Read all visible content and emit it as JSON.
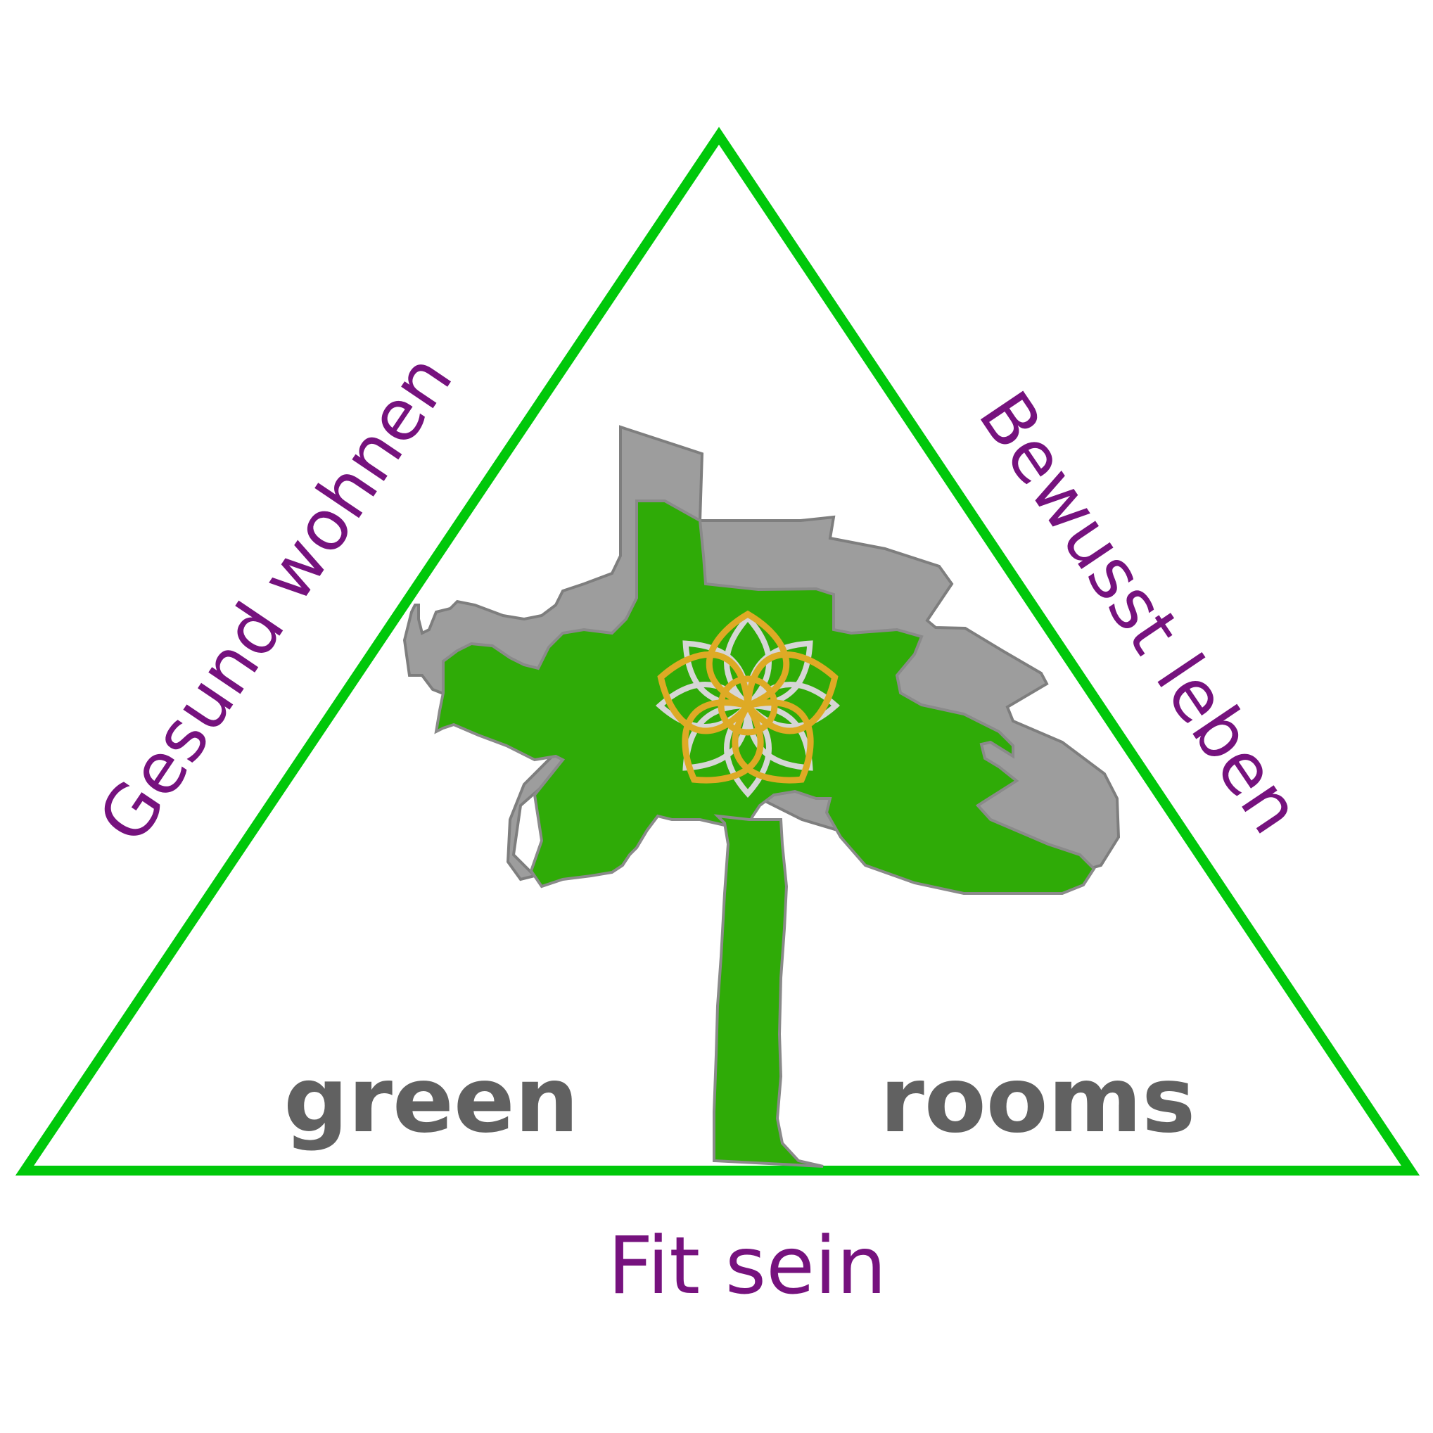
{
  "labels": {
    "left_side": "Gesund wohnen",
    "right_side": "Bewusst  leben",
    "bottom": "Fit sein"
  },
  "brand": {
    "word_left": "green",
    "word_right": "rooms"
  },
  "colors": {
    "triangle": "#00c80a",
    "label_purple": "#76127e",
    "brand_gray": "#616161",
    "tree_green": "#2fab07",
    "tree_shadow": "#9d9d9d",
    "flower_gold": "#deaa25",
    "flower_silver": "#d6d6d6"
  }
}
